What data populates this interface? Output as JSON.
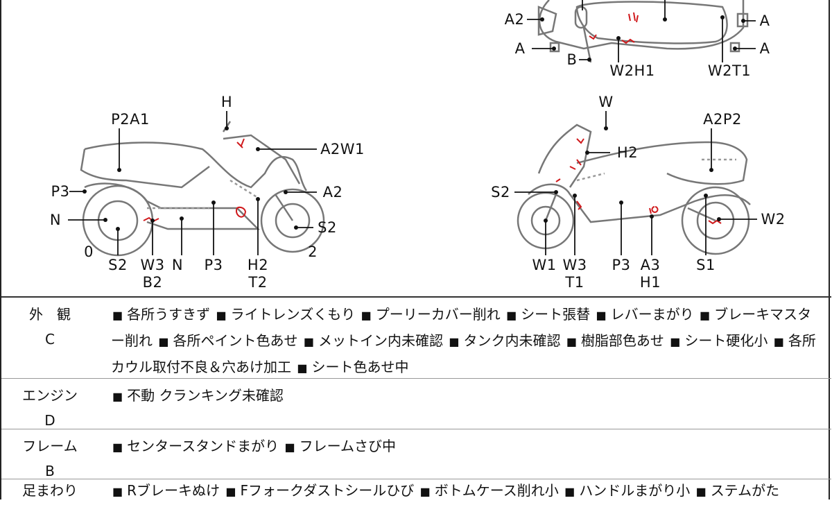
{
  "diagram": {
    "top_view_labels": [
      "A2",
      "A",
      "B",
      "W2H1",
      "W2T1",
      "A",
      "A"
    ],
    "left_view_labels": [
      "H",
      "P2A1",
      "A2W1",
      "P3",
      "A2",
      "N",
      "S2",
      "0",
      "2",
      "S2",
      "W3",
      "B2",
      "N",
      "P3",
      "H2",
      "T2"
    ],
    "right_view_labels": [
      "W",
      "A2P2",
      "H2",
      "S2",
      "W2",
      "W1",
      "W3",
      "T1",
      "P3",
      "A3",
      "H1",
      "S1"
    ],
    "mark_color": "#d0191c"
  },
  "rows": [
    {
      "head": "外　観",
      "grade": "C",
      "items": [
        "各所うすきず",
        "ライトレンズくもり",
        "プーリーカバー削れ",
        "シート張替",
        "レバーまがり",
        "ブレーキマスター削れ",
        "各所ペイント色あせ",
        "メットイン内未確認",
        "タンク内未確認",
        "樹脂部色あせ",
        "シート硬化小",
        "各所カウル取付不良＆穴あけ加工",
        "シート色あせ中"
      ]
    },
    {
      "head": "エンジン",
      "grade": "D",
      "items": [
        "不動 クランキング未確認"
      ]
    },
    {
      "head": "フレーム",
      "grade": "B",
      "items": [
        "センタースタンドまがり",
        "フレームさび中"
      ]
    },
    {
      "head": "足まわり",
      "grade": "",
      "items": [
        "Rブレーキぬけ",
        "Fフォークダストシールひび",
        "ボトムケース削れ小",
        "ハンドルまがり小",
        "ステムがた"
      ]
    }
  ]
}
